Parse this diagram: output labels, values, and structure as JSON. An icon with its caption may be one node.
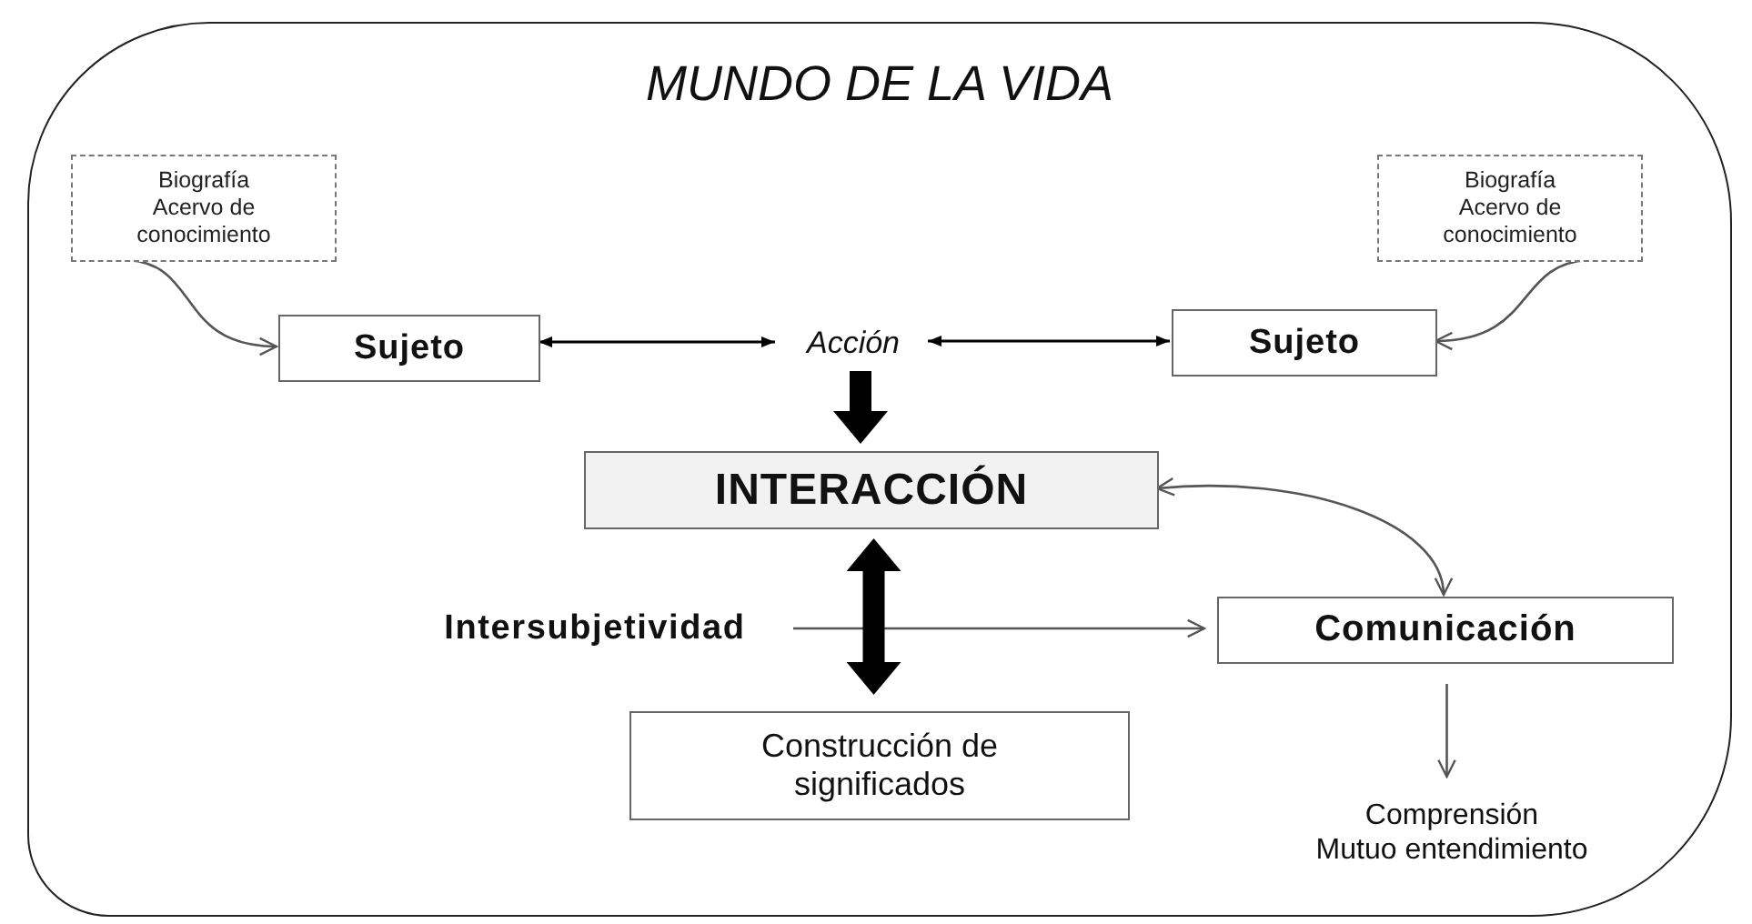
{
  "diagram": {
    "nodes": [
      {
        "text": [
          "MUNDO DE LA VIDA"
        ]
      },
      {
        "text": [
          "Biografía",
          "Acervo de conocimiento"
        ],
        "in": 0
      },
      {
        "text": [
          "Biografía",
          "Acervo de conocimiento"
        ],
        "in": 0
      },
      {
        "text": [
          "Sujeto"
        ],
        "in": 0
      },
      {
        "text": [
          "Acción"
        ],
        "in": 0
      },
      {
        "text": [
          "Sujeto"
        ],
        "in": 0
      },
      {
        "text": [
          "INTERACCIÓN"
        ],
        "in": 0
      },
      {
        "text": [
          "Intersubjetividad"
        ],
        "in": 0
      },
      {
        "text": [
          "Comunicación"
        ],
        "in": 0
      },
      {
        "text": [
          "Construcción de significados"
        ],
        "in": 0
      },
      {
        "text": [
          "Comprensión",
          "Mutuo entendimiento"
        ],
        "in": 0
      }
    ],
    "edges": [
      {
        "from": 1,
        "to": 3,
        "arrow": "to"
      },
      {
        "from": 2,
        "to": 5,
        "arrow": "to"
      },
      {
        "from": 3,
        "to": 4,
        "arrow": "both",
        "color": "#000000"
      },
      {
        "from": 4,
        "to": 5,
        "arrow": "both",
        "color": "#000000"
      },
      {
        "from": 4,
        "to": 6,
        "arrow": "to",
        "style": "thick",
        "color": "#000000"
      },
      {
        "from": 6,
        "to": 9,
        "arrow": "both",
        "style": "thick",
        "color": "#000000"
      },
      {
        "from": 7,
        "to": 8,
        "arrow": "to"
      },
      {
        "from": 8,
        "to": 6,
        "arrow": "both"
      },
      {
        "from": 8,
        "to": 10,
        "arrow": "to"
      }
    ]
  }
}
